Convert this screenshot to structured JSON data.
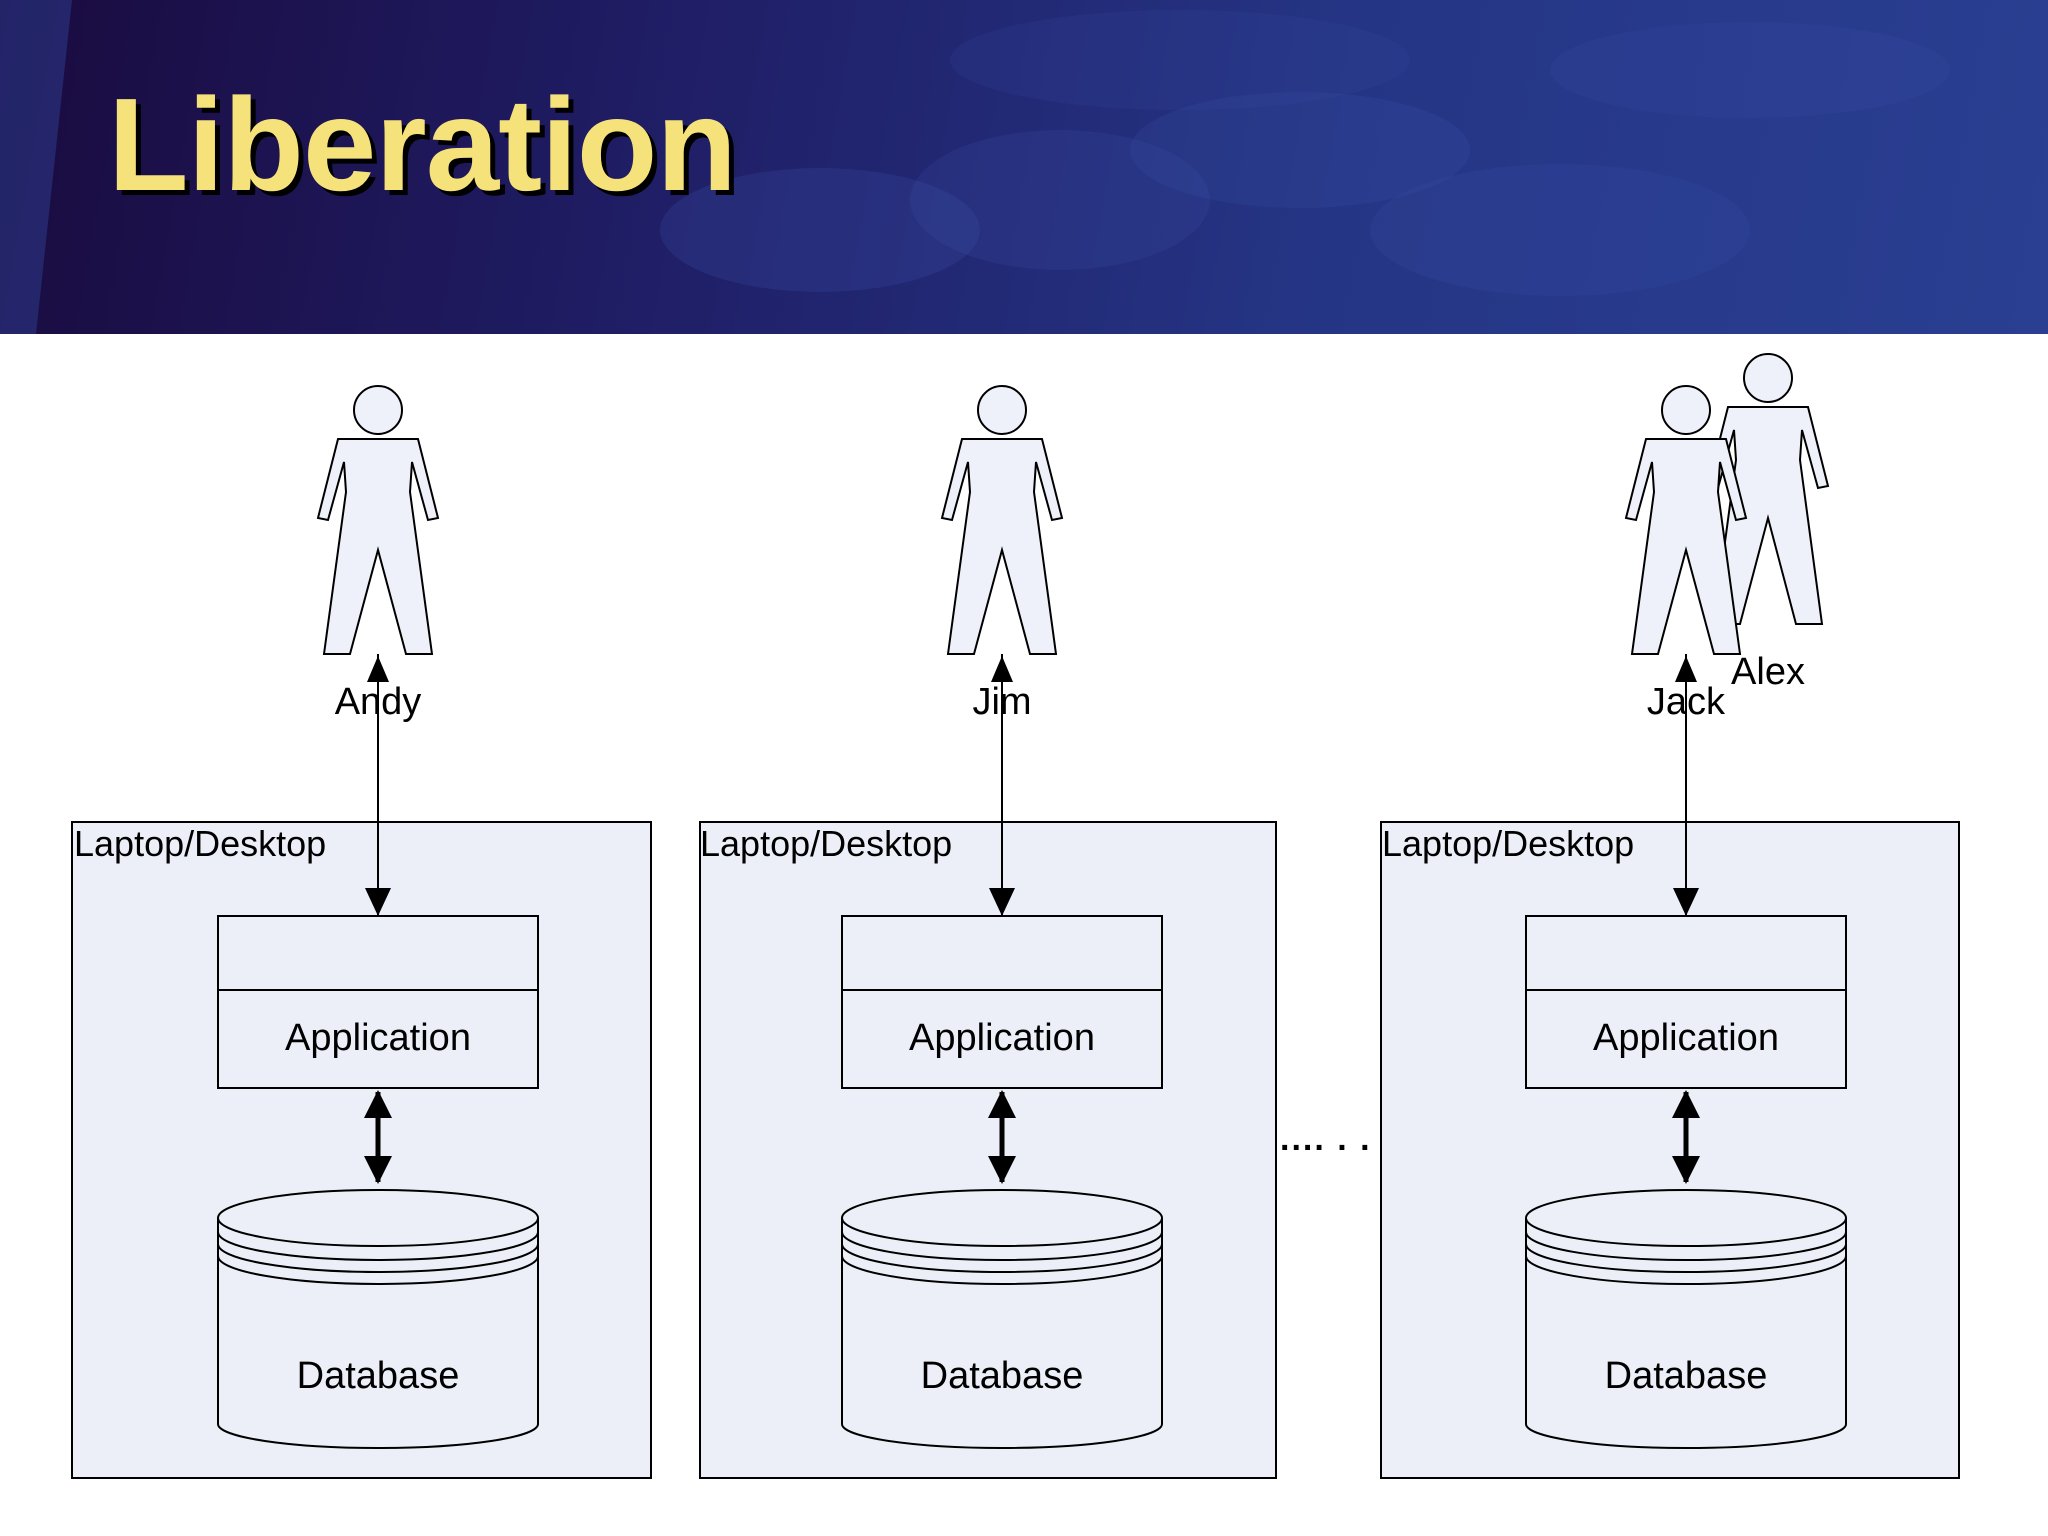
{
  "slide": {
    "title": "Liberation"
  },
  "dots": "....  .  .",
  "columns": [
    {
      "container_label": "Laptop/Desktop",
      "users": [
        "Andy"
      ],
      "app_label": "Application",
      "db_label": "Database"
    },
    {
      "container_label": "Laptop/Desktop",
      "users": [
        "Jim"
      ],
      "app_label": "Application",
      "db_label": "Database"
    },
    {
      "container_label": "Laptop/Desktop",
      "users": [
        "Jack",
        "Alex"
      ],
      "app_label": "Application",
      "db_label": "Database"
    }
  ],
  "colors": {
    "title": "#f6e27a",
    "container_fill": "#eceff8",
    "figure_fill": "#eef1f9",
    "stroke": "#000000"
  }
}
